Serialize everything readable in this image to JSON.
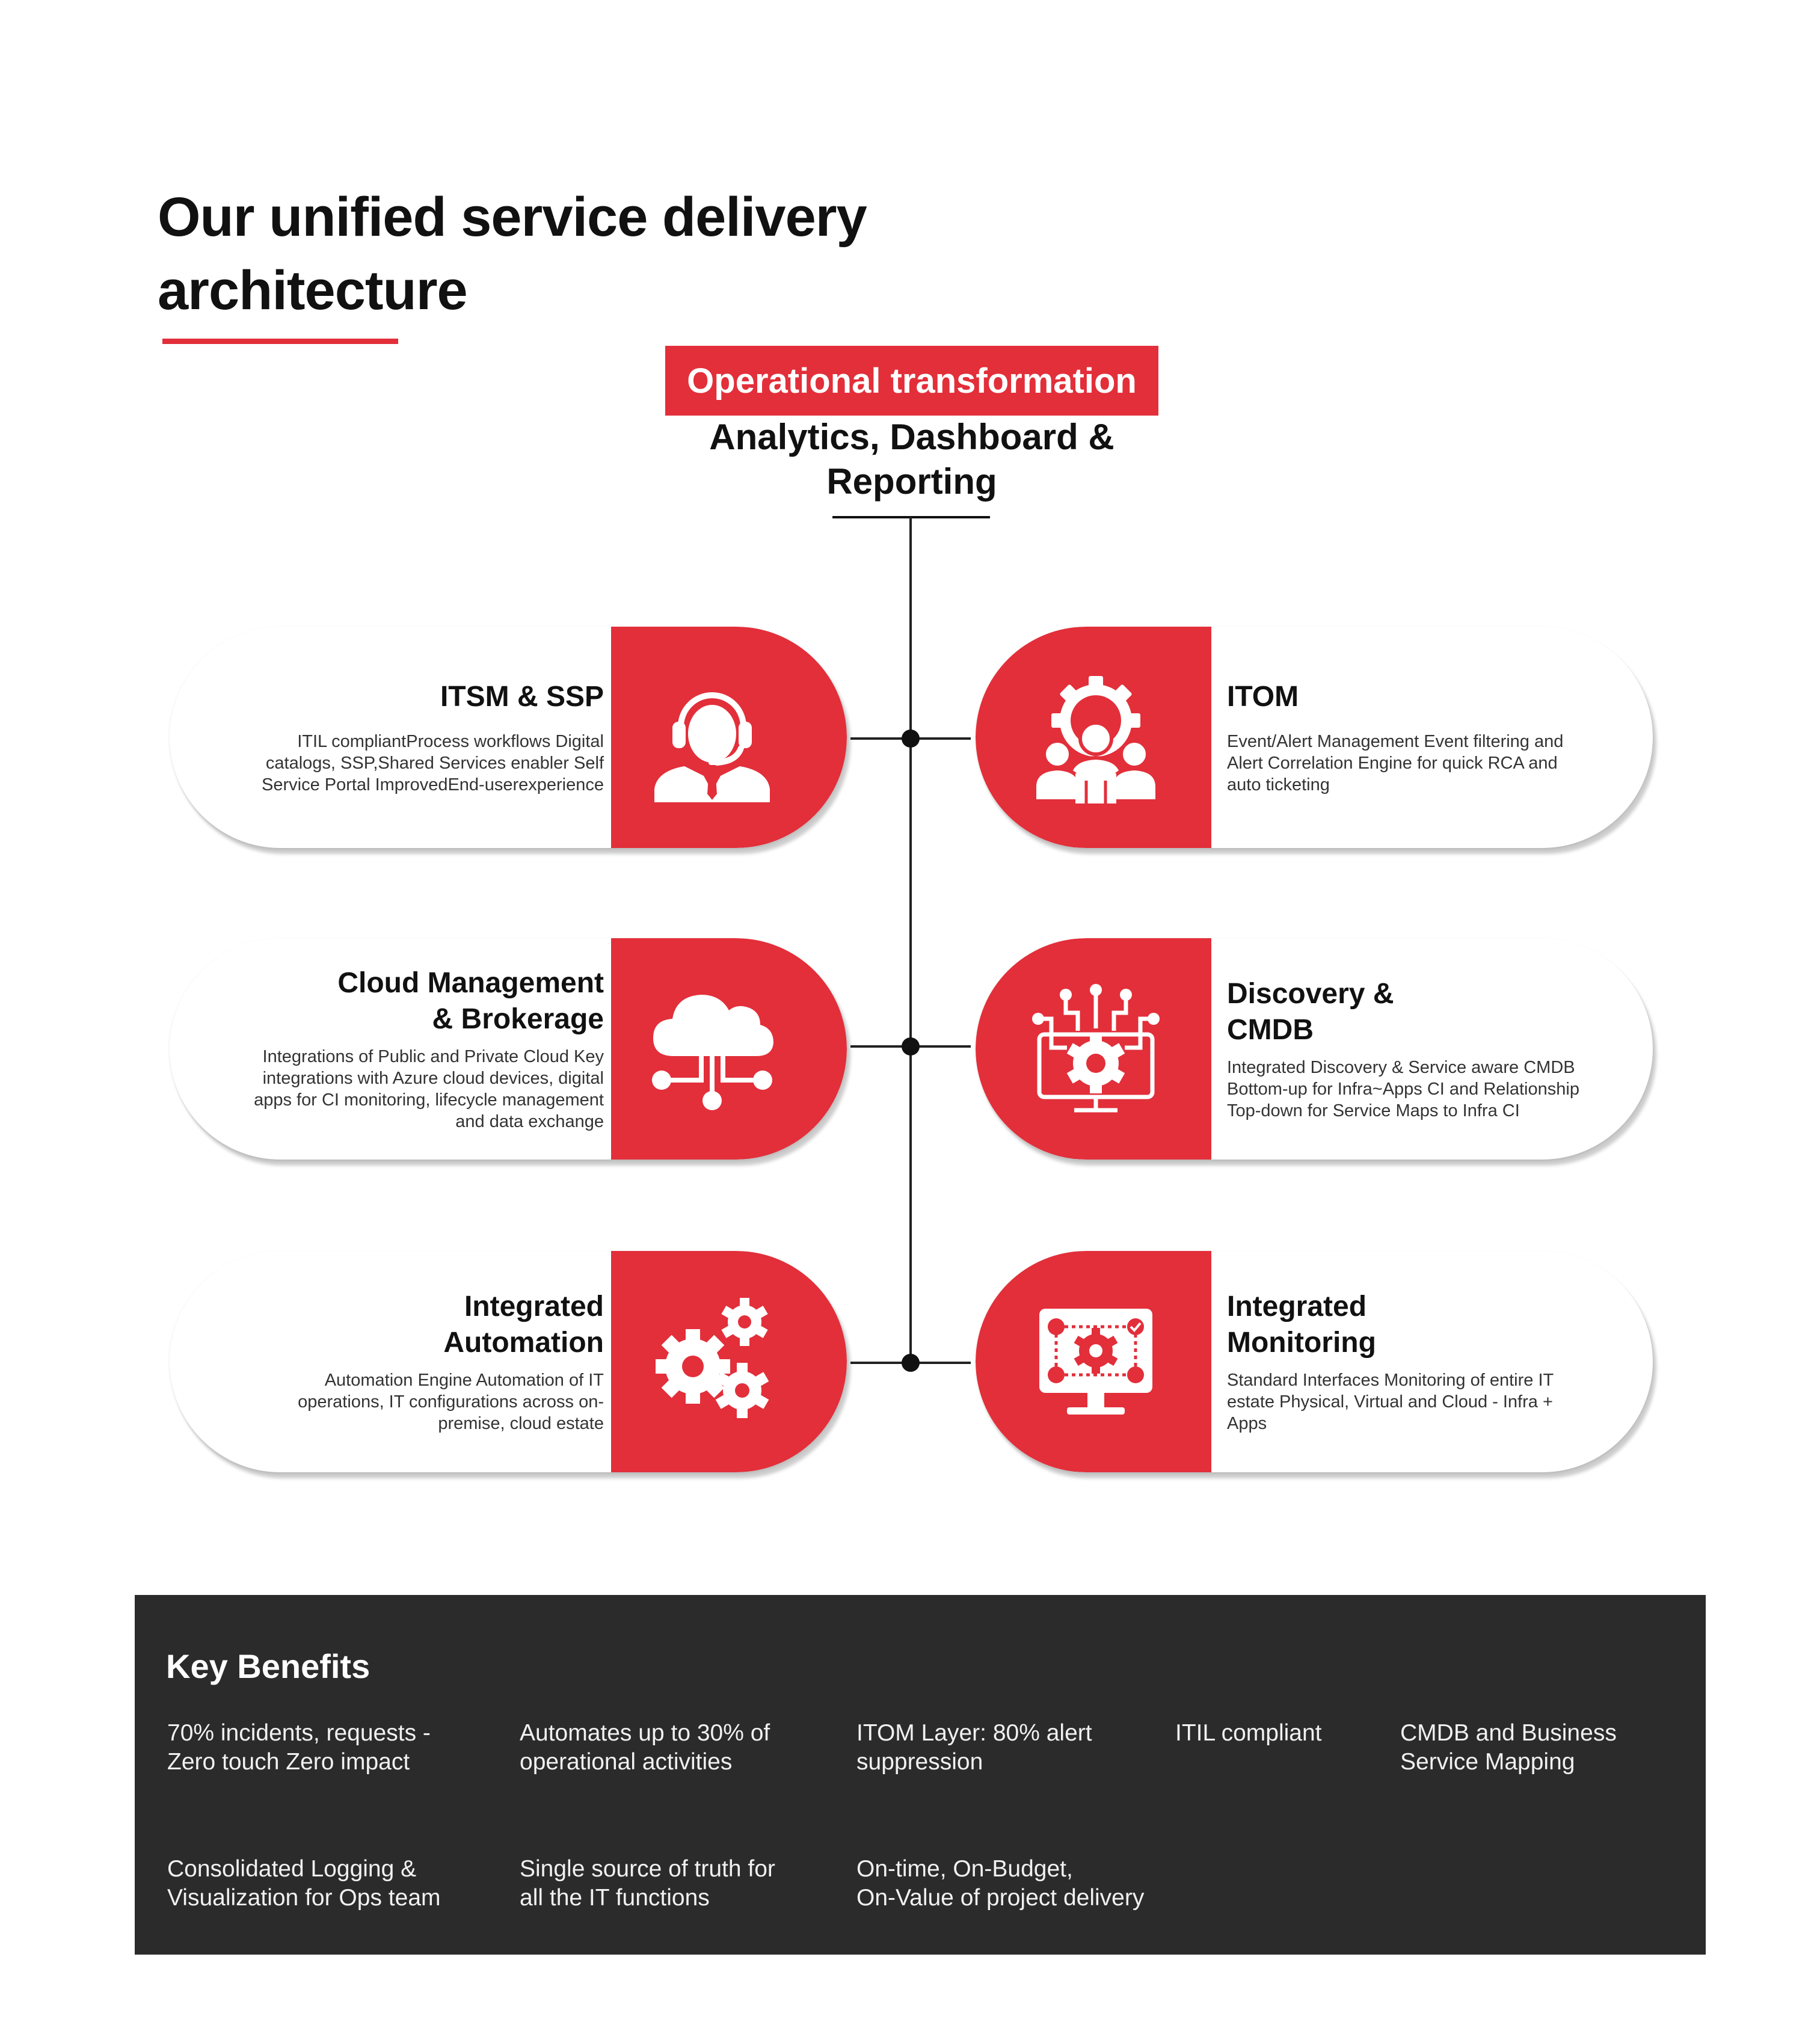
{
  "header": {
    "title_line1": "Our unified service delivery",
    "title_line2": "architecture"
  },
  "top": {
    "badge": "Operational transformation",
    "subtitle_line1": "Analytics, Dashboard &",
    "subtitle_line2": "Reporting"
  },
  "cards": {
    "itsm": {
      "title": "ITSM & SSP",
      "description": "ITIL compliantProcess workflows Digital catalogs, SSP,Shared Services enabler Self Service Portal ImprovedEnd-userexperience",
      "icon": "headset-agent-icon"
    },
    "itom": {
      "title": "ITOM",
      "description": "Event/Alert Management Event filtering and Alert Correlation Engine for quick RCA and auto ticketing",
      "icon": "gear-team-icon"
    },
    "cloud": {
      "title_line1": "Cloud Management",
      "title_line2": "& Brokerage",
      "description": "Integrations of Public and Private Cloud Key integrations with Azure cloud devices, digital apps for CI monitoring, lifecycle management and data exchange",
      "icon": "cloud-network-icon"
    },
    "discovery": {
      "title_line1": "Discovery &",
      "title_line2": "CMDB",
      "description": "Integrated Discovery & Service aware CMDB Bottom-up for Infra~Apps CI and Relationship Top-down for Service Maps to Infra CI",
      "icon": "monitor-gear-circuit-icon"
    },
    "automation": {
      "title_line1": "Integrated",
      "title_line2": "Automation",
      "description": "Automation Engine Automation of IT operations, IT configurations across on-premise, cloud estate",
      "icon": "gears-icon"
    },
    "monitoring": {
      "title_line1": "Integrated",
      "title_line2": "Monitoring",
      "description": "Standard Interfaces Monitoring of entire IT estate Physical, Virtual and Cloud - Infra + Apps",
      "icon": "monitoring-screen-icon"
    }
  },
  "benefits": {
    "title": "Key Benefits",
    "items": [
      {
        "line1": "70% incidents, requests -",
        "line2": "Zero touch Zero impact"
      },
      {
        "line1": "Automates up to 30% of",
        "line2": "operational activities"
      },
      {
        "line1": "ITOM Layer: 80% alert",
        "line2": "suppression"
      },
      {
        "line1": "ITIL compliant",
        "line2": ""
      },
      {
        "line1": "CMDB and Business",
        "line2": "Service Mapping"
      },
      {
        "line1": "Consolidated Logging &",
        "line2": "Visualization for Ops team"
      },
      {
        "line1": "Single source of truth for",
        "line2": "all the IT functions"
      },
      {
        "line1": "On-time, On-Budget,",
        "line2": "On-Value of project delivery"
      }
    ]
  },
  "colors": {
    "accent": "#e22f3a",
    "dark_panel": "#2b2b2b",
    "text": "#111111"
  }
}
